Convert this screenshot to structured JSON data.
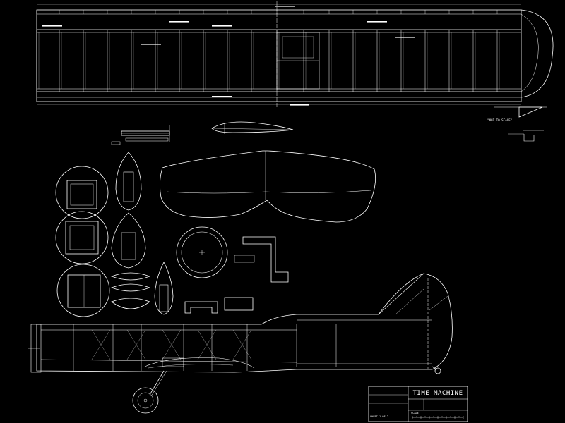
{
  "title_block": {
    "title": "TIME MACHINE",
    "sheet_label": "SHEET 1 OF 2",
    "scale_label": "SCALE"
  },
  "callouts": {
    "not_to_scale": "\"NOT TO SCALE\""
  },
  "colors": {
    "background": "#000000",
    "linework": "#ffffff"
  }
}
